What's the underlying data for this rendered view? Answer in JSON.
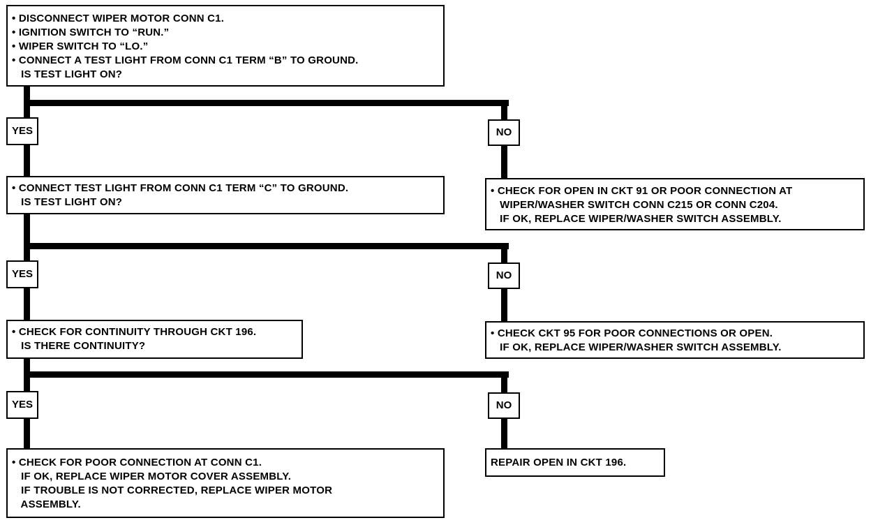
{
  "steps": {
    "s1": [
      "• DISCONNECT WIPER MOTOR CONN C1.",
      "• IGNITION SWITCH TO “RUN.”",
      "• WIPER SWITCH TO “LO.”",
      "• CONNECT A TEST LIGHT FROM CONN C1 TERM “B” TO GROUND.",
      "   IS TEST LIGHT ON?"
    ],
    "s2": [
      "• CONNECT TEST LIGHT FROM CONN C1 TERM “C” TO GROUND.",
      "   IS TEST LIGHT ON?"
    ],
    "s3": [
      "• CHECK FOR CONTINUITY THROUGH CKT 196.",
      "   IS THERE CONTINUITY?"
    ],
    "s4": [
      "• CHECK FOR POOR CONNECTION AT CONN C1.",
      "   IF OK, REPLACE WIPER MOTOR COVER ASSEMBLY.",
      "   IF TROUBLE IS NOT CORRECTED, REPLACE WIPER MOTOR",
      "   ASSEMBLY."
    ],
    "n1": [
      "• CHECK FOR OPEN IN CKT 91 OR POOR CONNECTION AT",
      "   WIPER/WASHER SWITCH CONN C215 OR CONN C204.",
      "   IF OK, REPLACE WIPER/WASHER SWITCH ASSEMBLY."
    ],
    "n2": [
      "• CHECK CKT 95 FOR POOR CONNECTIONS OR OPEN.",
      "   IF OK, REPLACE WIPER/WASHER SWITCH ASSEMBLY."
    ],
    "n3": [
      "REPAIR OPEN IN CKT 196."
    ]
  },
  "labels": {
    "yes": "YES",
    "no": "NO"
  }
}
